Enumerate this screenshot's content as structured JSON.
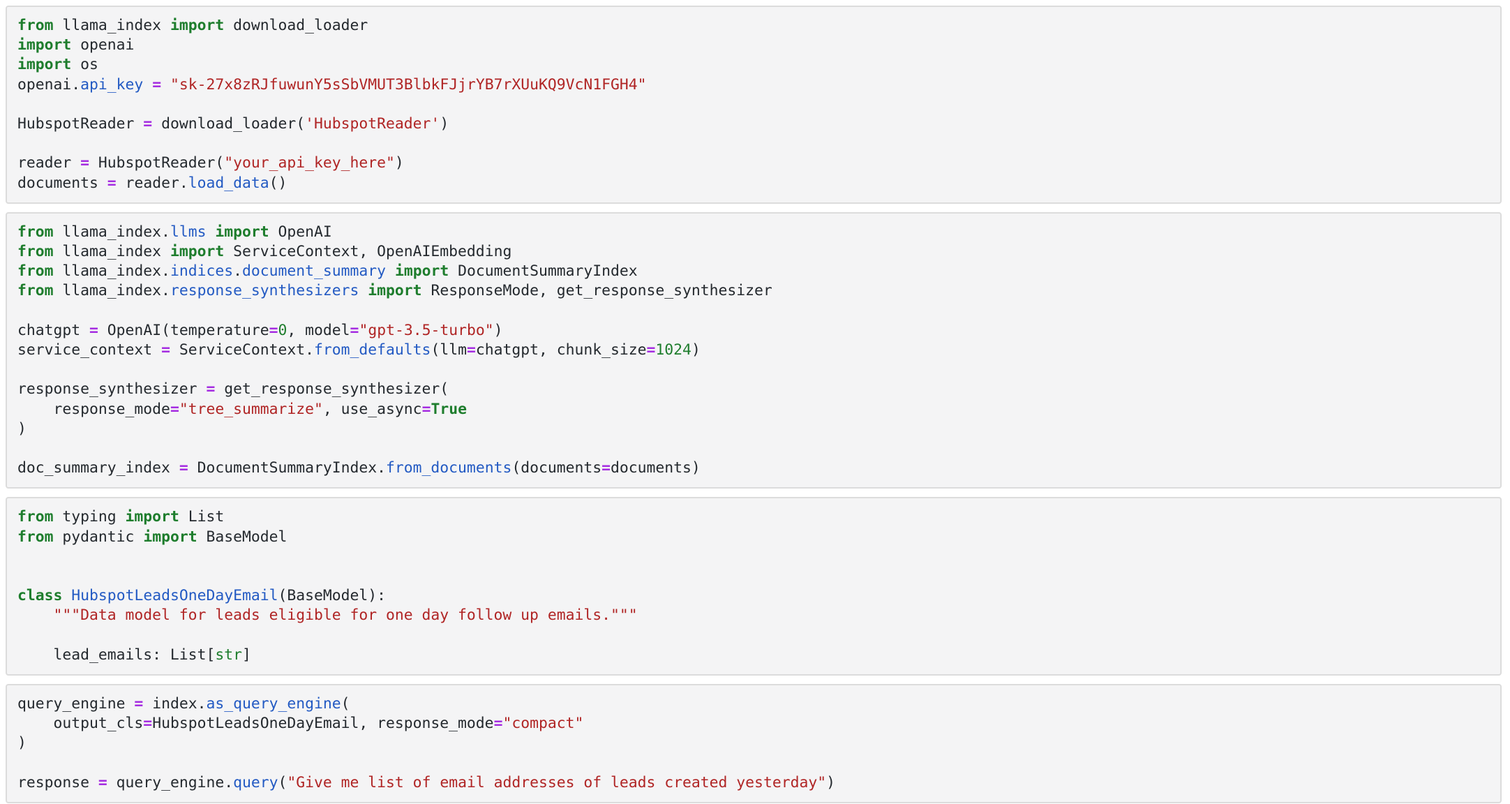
{
  "colors": {
    "page-bg": "#ffffff",
    "block-bg": "#f4f4f5",
    "block-border": "#dcdcdc",
    "fg": "#24292e",
    "green": "#1e7d2d",
    "blue": "#235ac3",
    "purple": "#a52de1",
    "red": "#b02525"
  },
  "token_legend": {
    "t": "plain-text",
    "k": "keyword-bold-green",
    "g": "number-or-builtin-green",
    "b": "attribute-or-function-blue",
    "o": "operator-bold-purple",
    "s": "string-red"
  },
  "blocks": [
    {
      "name": "code-block-hubspot-loader",
      "lines": [
        [
          [
            "k",
            "from"
          ],
          [
            "t",
            " llama_index "
          ],
          [
            "k",
            "import"
          ],
          [
            "t",
            " download_loader"
          ]
        ],
        [
          [
            "k",
            "import"
          ],
          [
            "t",
            " openai"
          ]
        ],
        [
          [
            "k",
            "import"
          ],
          [
            "t",
            " os"
          ]
        ],
        [
          [
            "t",
            "openai."
          ],
          [
            "b",
            "api_key"
          ],
          [
            "t",
            " "
          ],
          [
            "o",
            "="
          ],
          [
            "t",
            " "
          ],
          [
            "s",
            "\"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\""
          ]
        ],
        [],
        [
          [
            "t",
            "HubspotReader "
          ],
          [
            "o",
            "="
          ],
          [
            "t",
            " download_loader("
          ],
          [
            "s",
            "'HubspotReader'"
          ],
          [
            "t",
            ")"
          ]
        ],
        [],
        [
          [
            "t",
            "reader "
          ],
          [
            "o",
            "="
          ],
          [
            "t",
            " HubspotReader("
          ],
          [
            "s",
            "\"your_api_key_here\""
          ],
          [
            "t",
            ")"
          ]
        ],
        [
          [
            "t",
            "documents "
          ],
          [
            "o",
            "="
          ],
          [
            "t",
            " reader."
          ],
          [
            "b",
            "load_data"
          ],
          [
            "t",
            "()"
          ]
        ]
      ]
    },
    {
      "name": "code-block-summary-index",
      "lines": [
        [
          [
            "k",
            "from"
          ],
          [
            "t",
            " llama_index."
          ],
          [
            "b",
            "llms"
          ],
          [
            "t",
            " "
          ],
          [
            "k",
            "import"
          ],
          [
            "t",
            " OpenAI"
          ]
        ],
        [
          [
            "k",
            "from"
          ],
          [
            "t",
            " llama_index "
          ],
          [
            "k",
            "import"
          ],
          [
            "t",
            " ServiceContext, OpenAIEmbedding"
          ]
        ],
        [
          [
            "k",
            "from"
          ],
          [
            "t",
            " llama_index."
          ],
          [
            "b",
            "indices"
          ],
          [
            "t",
            "."
          ],
          [
            "b",
            "document_summary"
          ],
          [
            "t",
            " "
          ],
          [
            "k",
            "import"
          ],
          [
            "t",
            " DocumentSummaryIndex"
          ]
        ],
        [
          [
            "k",
            "from"
          ],
          [
            "t",
            " llama_index."
          ],
          [
            "b",
            "response_synthesizers"
          ],
          [
            "t",
            " "
          ],
          [
            "k",
            "import"
          ],
          [
            "t",
            " ResponseMode, get_response_synthesizer"
          ]
        ],
        [],
        [
          [
            "t",
            "chatgpt "
          ],
          [
            "o",
            "="
          ],
          [
            "t",
            " OpenAI(temperature"
          ],
          [
            "o",
            "="
          ],
          [
            "g",
            "0"
          ],
          [
            "t",
            ", model"
          ],
          [
            "o",
            "="
          ],
          [
            "s",
            "\"gpt-3.5-turbo\""
          ],
          [
            "t",
            ")"
          ]
        ],
        [
          [
            "t",
            "service_context "
          ],
          [
            "o",
            "="
          ],
          [
            "t",
            " ServiceContext."
          ],
          [
            "b",
            "from_defaults"
          ],
          [
            "t",
            "(llm"
          ],
          [
            "o",
            "="
          ],
          [
            "t",
            "chatgpt, chunk_size"
          ],
          [
            "o",
            "="
          ],
          [
            "g",
            "1024"
          ],
          [
            "t",
            ")"
          ]
        ],
        [],
        [
          [
            "t",
            "response_synthesizer "
          ],
          [
            "o",
            "="
          ],
          [
            "t",
            " get_response_synthesizer("
          ]
        ],
        [
          [
            "t",
            "    response_mode"
          ],
          [
            "o",
            "="
          ],
          [
            "s",
            "\"tree_summarize\""
          ],
          [
            "t",
            ", use_async"
          ],
          [
            "o",
            "="
          ],
          [
            "k",
            "True"
          ]
        ],
        [
          [
            "t",
            ")"
          ]
        ],
        [],
        [
          [
            "t",
            "doc_summary_index "
          ],
          [
            "o",
            "="
          ],
          [
            "t",
            " DocumentSummaryIndex."
          ],
          [
            "b",
            "from_documents"
          ],
          [
            "t",
            "(documents"
          ],
          [
            "o",
            "="
          ],
          [
            "t",
            "documents)"
          ]
        ]
      ]
    },
    {
      "name": "code-block-pydantic-model",
      "lines": [
        [
          [
            "k",
            "from"
          ],
          [
            "t",
            " typing "
          ],
          [
            "k",
            "import"
          ],
          [
            "t",
            " List"
          ]
        ],
        [
          [
            "k",
            "from"
          ],
          [
            "t",
            " pydantic "
          ],
          [
            "k",
            "import"
          ],
          [
            "t",
            " BaseModel"
          ]
        ],
        [],
        [],
        [
          [
            "k",
            "class"
          ],
          [
            "t",
            " "
          ],
          [
            "b",
            "HubspotLeadsOneDayEmail"
          ],
          [
            "t",
            "(BaseModel):"
          ]
        ],
        [
          [
            "s",
            "    \"\"\"Data model for leads eligible for one day follow up emails.\"\"\""
          ]
        ],
        [],
        [
          [
            "t",
            "    lead_emails: List["
          ],
          [
            "g",
            "str"
          ],
          [
            "t",
            "]"
          ]
        ]
      ]
    },
    {
      "name": "code-block-query-engine",
      "lines": [
        [
          [
            "t",
            "query_engine "
          ],
          [
            "o",
            "="
          ],
          [
            "t",
            " index."
          ],
          [
            "b",
            "as_query_engine"
          ],
          [
            "t",
            "("
          ]
        ],
        [
          [
            "t",
            "    output_cls"
          ],
          [
            "o",
            "="
          ],
          [
            "t",
            "HubspotLeadsOneDayEmail, response_mode"
          ],
          [
            "o",
            "="
          ],
          [
            "s",
            "\"compact\""
          ]
        ],
        [
          [
            "t",
            ")"
          ]
        ],
        [],
        [
          [
            "t",
            "response "
          ],
          [
            "o",
            "="
          ],
          [
            "t",
            " query_engine."
          ],
          [
            "b",
            "query"
          ],
          [
            "t",
            "("
          ],
          [
            "s",
            "\"Give me list of email addresses of leads created yesterday\""
          ],
          [
            "t",
            ")"
          ]
        ]
      ]
    }
  ]
}
